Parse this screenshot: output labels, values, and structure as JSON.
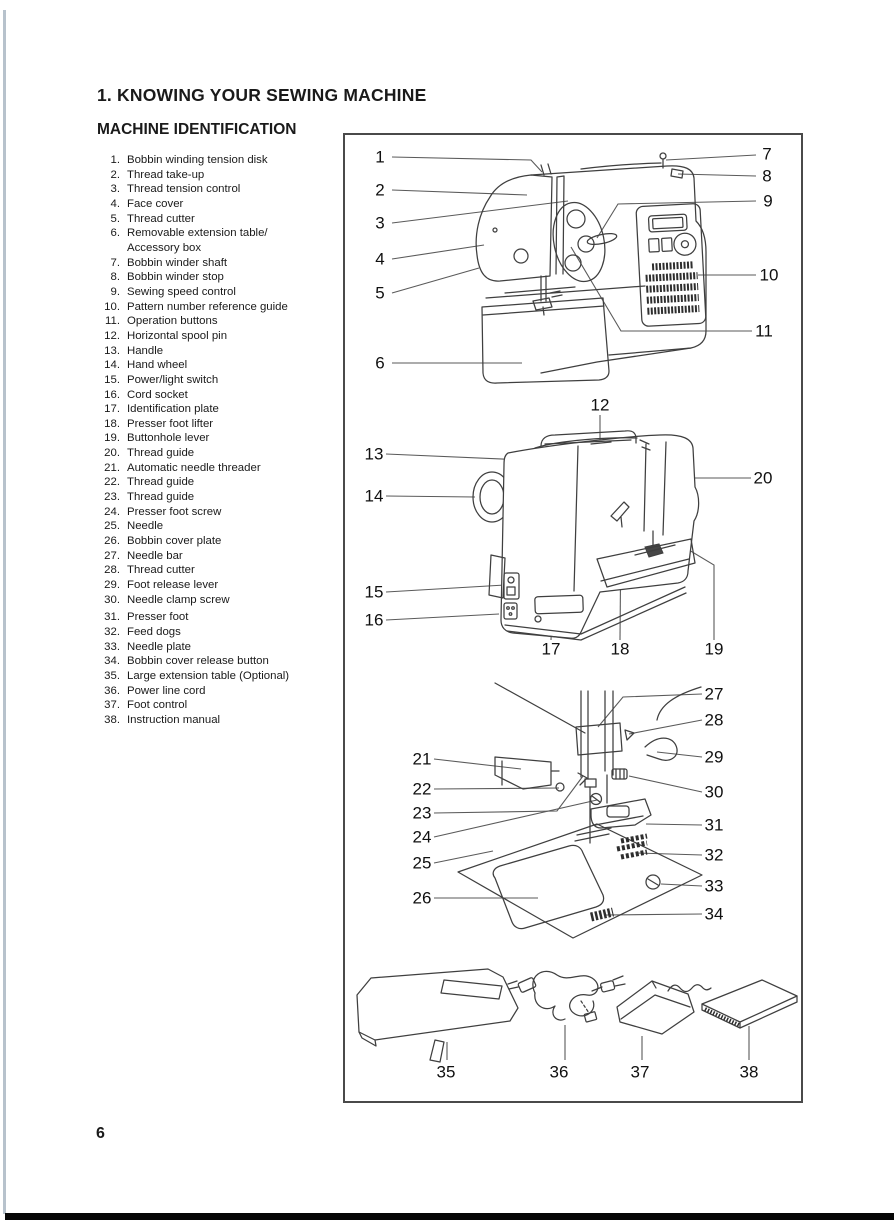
{
  "page": {
    "title": "1. KNOWING YOUR SEWING MACHINE",
    "section_title": "MACHINE IDENTIFICATION",
    "page_number": "6"
  },
  "parts_list": [
    {
      "num": "1.",
      "label": "Bobbin winding tension disk"
    },
    {
      "num": "2.",
      "label": "Thread take-up"
    },
    {
      "num": "3.",
      "label": "Thread tension control"
    },
    {
      "num": "4.",
      "label": "Face cover"
    },
    {
      "num": "5.",
      "label": "Thread cutter"
    },
    {
      "num": "6.",
      "label": "Removable extension table/\nAccessory box"
    },
    {
      "num": "7.",
      "label": "Bobbin winder shaft"
    },
    {
      "num": "8.",
      "label": "Bobbin winder stop"
    },
    {
      "num": "9.",
      "label": "Sewing speed control"
    },
    {
      "num": "10.",
      "label": "Pattern number reference guide"
    },
    {
      "num": "11.",
      "label": "Operation buttons"
    },
    {
      "num": "12.",
      "label": "Horizontal spool pin"
    },
    {
      "num": "13.",
      "label": "Handle"
    },
    {
      "num": "14.",
      "label": "Hand wheel"
    },
    {
      "num": "15.",
      "label": "Power/light switch"
    },
    {
      "num": "16.",
      "label": "Cord socket"
    },
    {
      "num": "17.",
      "label": "Identification plate"
    },
    {
      "num": "18.",
      "label": "Presser foot lifter"
    },
    {
      "num": "19.",
      "label": "Buttonhole lever"
    },
    {
      "num": "20.",
      "label": "Thread guide"
    },
    {
      "num": "21.",
      "label": "Automatic needle threader"
    },
    {
      "num": "22.",
      "label": "Thread guide"
    },
    {
      "num": "23.",
      "label": "Thread guide"
    },
    {
      "num": "24.",
      "label": "Presser foot screw"
    },
    {
      "num": "25.",
      "label": "Needle"
    },
    {
      "num": "26.",
      "label": "Bobbin cover plate"
    },
    {
      "num": "27.",
      "label": "Needle bar"
    },
    {
      "num": "28.",
      "label": "Thread cutter"
    },
    {
      "num": "29.",
      "label": "Foot release lever"
    },
    {
      "num": "30.",
      "label": "Needle clamp screw"
    },
    {
      "num": "31.",
      "label": "Presser foot"
    },
    {
      "num": "32.",
      "label": "Feed dogs"
    },
    {
      "num": "33.",
      "label": "Needle plate"
    },
    {
      "num": "34.",
      "label": "Bobbin cover release button"
    },
    {
      "num": "35.",
      "label": "Large extension table (Optional)"
    },
    {
      "num": "36.",
      "label": "Power line cord"
    },
    {
      "num": "37.",
      "label": "Foot control"
    },
    {
      "num": "38.",
      "label": "Instruction manual"
    }
  ],
  "callouts": {
    "front": [
      "1",
      "2",
      "3",
      "4",
      "5",
      "6",
      "7",
      "8",
      "9",
      "10",
      "11"
    ],
    "rear": [
      "12",
      "13",
      "14",
      "15",
      "16",
      "17",
      "18",
      "19",
      "20"
    ],
    "needle_area": [
      "21",
      "22",
      "23",
      "24",
      "25",
      "26",
      "27",
      "28",
      "29",
      "30",
      "31",
      "32",
      "33",
      "34"
    ],
    "accessories": [
      "35",
      "36",
      "37",
      "38"
    ]
  }
}
